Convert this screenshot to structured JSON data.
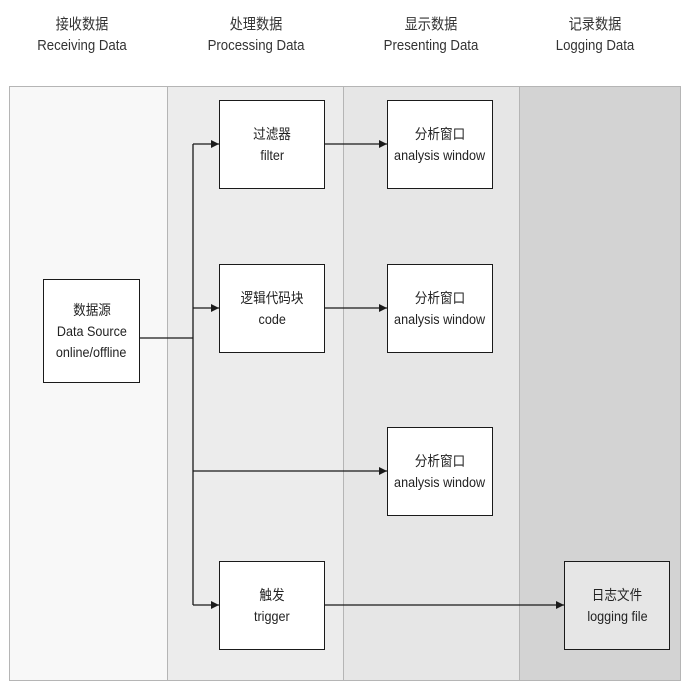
{
  "lanes": [
    {
      "title_cn": "接收数据",
      "title_en": "Receiving Data",
      "fill": "#f8f8f8"
    },
    {
      "title_cn": "处理数据",
      "title_en": "Processing Data",
      "fill": "#ececec"
    },
    {
      "title_cn": "显示数据",
      "title_en": "Presenting Data",
      "fill": "#e6e6e6"
    },
    {
      "title_cn": "记录数据",
      "title_en": "Logging Data",
      "fill": "#d3d3d3"
    }
  ],
  "nodes": {
    "source": {
      "cn": "数据源",
      "en": "Data Source",
      "extra": "online/offline"
    },
    "filter": {
      "cn": "过滤器",
      "en": "filter"
    },
    "code": {
      "cn": "逻辑代码块",
      "en": "code"
    },
    "trigger": {
      "cn": "触发",
      "en": "trigger"
    },
    "window1": {
      "cn": "分析窗口",
      "en": "analysis window"
    },
    "window2": {
      "cn": "分析窗口",
      "en": "analysis window"
    },
    "window3": {
      "cn": "分析窗口",
      "en": "analysis window"
    },
    "log": {
      "cn": "日志文件",
      "en": "logging file"
    }
  }
}
